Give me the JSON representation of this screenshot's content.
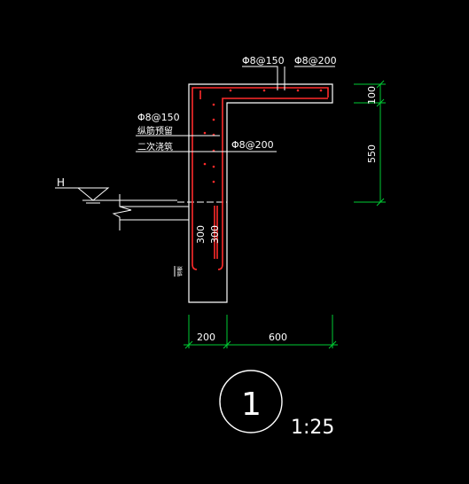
{
  "labels": {
    "rebar_top_left": "Φ8@150",
    "rebar_top_right": "Φ8@200",
    "rebar_left_1": "Φ8@150",
    "rebar_left_2": "纵筋预留",
    "rebar_left_3": "二次浇筑",
    "rebar_mid": "Φ8@200",
    "water_level": "H",
    "seg_1": "300",
    "seg_2": "300",
    "small_note": "钢板"
  },
  "dimensions": {
    "top_thickness": "100",
    "wall_height": "550",
    "bottom_left": "200",
    "bottom_right": "600"
  },
  "detail": {
    "number": "1",
    "scale": "1:25"
  },
  "colors": {
    "background": "#000000",
    "outline": "#ffffff",
    "rebar": "#ff2a2a",
    "dimension": "#00cc33",
    "leader": "#ffffff"
  }
}
